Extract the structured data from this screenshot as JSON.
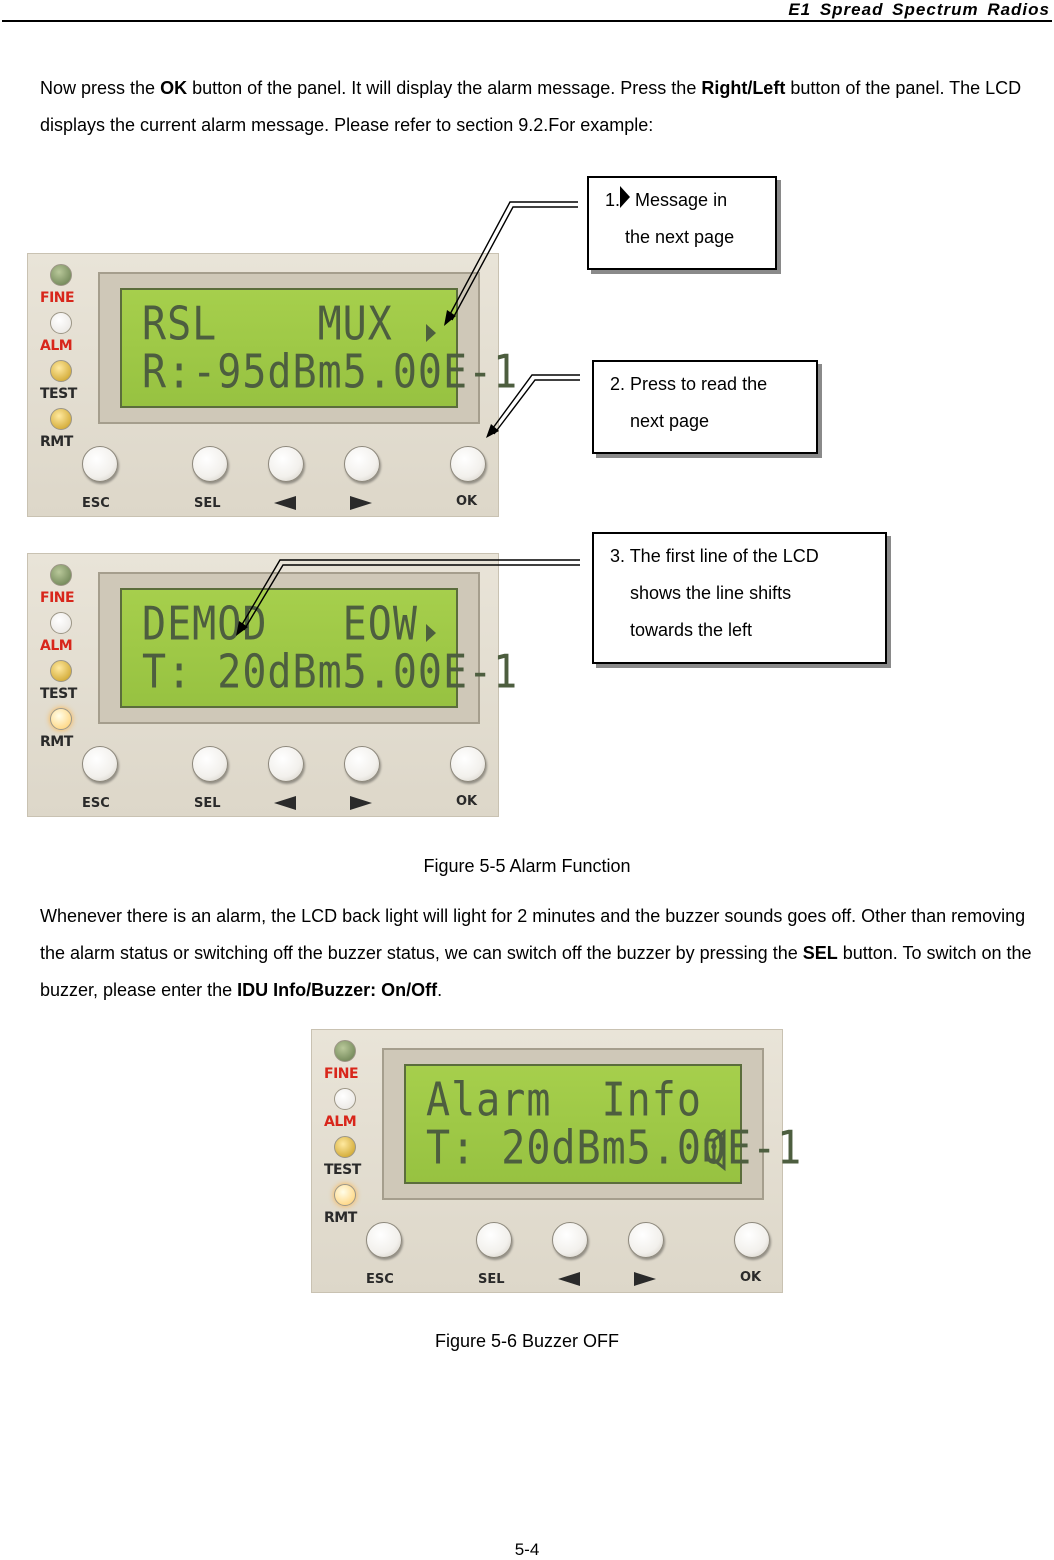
{
  "header": {
    "title": "E1 Spread Spectrum Radios"
  },
  "intro": {
    "parts": [
      "Now press the ",
      "OK",
      " button of the panel. It will display the alarm message. Press the ",
      "Right/Left",
      " button of the panel. The LCD displays the current alarm message. Please refer to section 9.2.For example:"
    ]
  },
  "panel1": {
    "lcd_line1": "RSL    MUX",
    "lcd_line2": "R:-95dBm5.00E-1"
  },
  "panel2": {
    "lcd_line1": "DEMOD   EOW",
    "lcd_line2": "T: 20dBm5.00E-1"
  },
  "panel3": {
    "lcd_line1": "Alarm  Info",
    "lcd_line2": "T: 20dBm5.00E-1"
  },
  "panel_labels": {
    "leds": [
      "FINE",
      "ALM",
      "TEST",
      "RMT"
    ],
    "buttons": [
      "ESC",
      "SEL",
      "OK"
    ]
  },
  "callouts": {
    "c1_line1_prefix": "1.",
    "c1_line1_text": "Message in",
    "c1_line2": "the next page",
    "c2_line1": "2. Press to read the",
    "c2_line2": "next page",
    "c3_line1": "3. The first line of the LCD",
    "c3_line2": "shows the line shifts",
    "c3_line3": "towards the left"
  },
  "caption1": "Figure 5-5 Alarm Function",
  "body2": {
    "parts": [
      "Whenever there is an alarm, the LCD back light will light for 2 minutes and the buzzer sounds goes off. Other than removing the alarm status or switching off the buzzer status, we can switch off the buzzer by pressing the ",
      "SEL",
      " button. To switch on the buzzer, please enter the ",
      "IDU Info/Buzzer: On/Off",
      "."
    ]
  },
  "caption2": "Figure 5-6 Buzzer OFF",
  "page_number": "5-4",
  "colors": {
    "lcd_green": "#a6cf4c",
    "led_label_red": "#d8261b",
    "panel_bg": "#e3ddd0"
  }
}
